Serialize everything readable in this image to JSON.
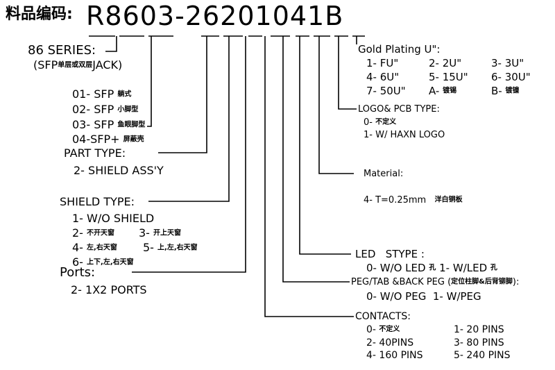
{
  "header": {
    "label": "料品编码:",
    "code": "R8603-26201041B"
  },
  "series": {
    "line1": "86 SERIES:",
    "line2_a": "(SFP",
    "line2_cjk": "单层或双层",
    "line2_b": "JACK)"
  },
  "sfp_types": [
    {
      "text": "01- SFP",
      "cjk": "躺式"
    },
    {
      "text": "02- SFP",
      "cjk": "小脚型"
    },
    {
      "text": "03- SFP",
      "cjk": "鱼眼脚型"
    },
    {
      "text": "04-SFP+",
      "cjk": "屏蔽壳"
    }
  ],
  "part_type": {
    "title": "PART TYPE:",
    "item": "2- SHIELD ASS'Y"
  },
  "shield_type": {
    "title": "SHIELD TYPE:",
    "row1": "1- W/O SHIELD",
    "row2": {
      "a": "2-",
      "a_cjk": "不开天窗",
      "b": "3-",
      "b_cjk": "开上天窗"
    },
    "row3": {
      "a": "4-",
      "a_cjk": "左,右天窗",
      "b": "5-",
      "b_cjk": "上,左,右天窗"
    },
    "row4": {
      "a": "6-",
      "a_cjk": "上下,左,右天窗"
    }
  },
  "ports": {
    "title": "Ports:",
    "item": "2- 1X2 PORTS"
  },
  "gold_plating": {
    "title": "Gold Plating U\":",
    "rows": [
      [
        "1- FU\"",
        "2- 2U\"",
        "3- 3U\""
      ],
      [
        "4- 6U\"",
        "5- 15U\"",
        "6- 30U\""
      ],
      [
        "7- 50U\"",
        "A-",
        "B-"
      ]
    ],
    "a_cjk": "镀锡",
    "b_cjk": "镀镍"
  },
  "logo_pcb": {
    "title": "LOGO& PCB TYPE:",
    "row0": "0-",
    "row0_cjk": "不定义",
    "row1": "1- W/ HAXN LOGO"
  },
  "material": {
    "title": "Material:",
    "item": "4- T=0.25mm",
    "item_cjk": "洋白铜板"
  },
  "led": {
    "title": "LED   STYPE :",
    "a": "0- W/O LED",
    "a_cjk": "孔",
    "b": "1- W/LED",
    "b_cjk": "孔"
  },
  "peg": {
    "title_a": "PEG/TAB &BACK PEG (",
    "title_cjk": "定位柱脚&后背铆脚",
    "title_b": "):",
    "a": "0- W/O PEG",
    "b": "1- W/PEG"
  },
  "contacts": {
    "title": "CONTACTS:",
    "r1a": "0-",
    "r1a_cjk": "不定义",
    "r1b": "1- 20 PINS",
    "r2a": "2- 40PINS",
    "r2b": "3- 80 PINS",
    "r3a": "4- 160 PINS",
    "r3b": "5- 240 PINS"
  }
}
